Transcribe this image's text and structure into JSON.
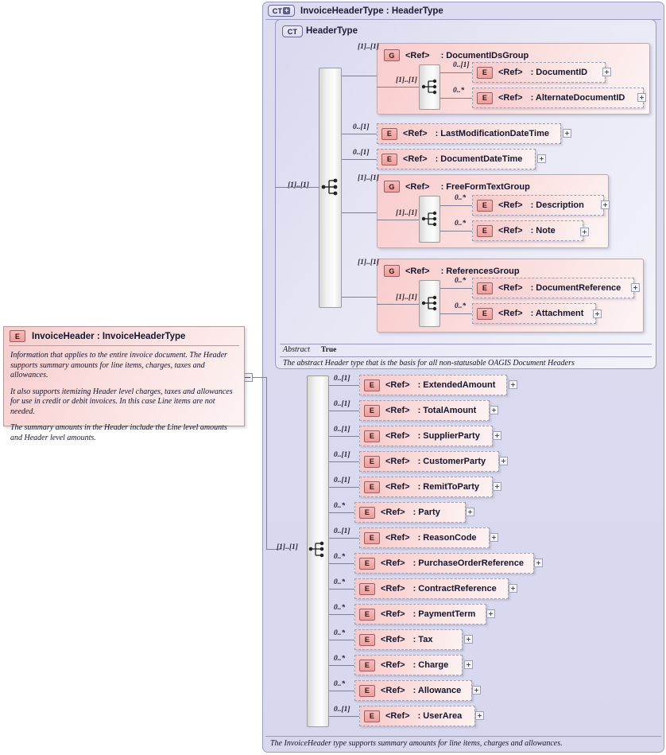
{
  "diagram": {
    "root": {
      "badge": "CT",
      "expander": "+",
      "title": "InvoiceHeaderType : HeaderType"
    },
    "inner": {
      "badge": "CT",
      "title": "HeaderType"
    },
    "abstract": {
      "key": "Abstract",
      "value": "True"
    },
    "inner_doc": "The abstract Header type that is the basis for all non-statusable OAGIS Document Headers",
    "footer_doc": "The InvoiceHeader type supports summary amounts for line items, charges and allowances.",
    "ref_label": "<Ref>"
  },
  "annotation": {
    "badge": "E",
    "title": "InvoiceHeader : InvoiceHeaderType",
    "paragraphs": [
      "Information that applies to the entire invoice document. The Header supports summary amounts for line items, charges, taxes and allowances.",
      "It also supports itemizing Header level charges, taxes and allowances for use in credit or debit invoices. In this case Line items are not needed.",
      "The summary amounts in the Header include the Line level amounts and Header level amounts."
    ]
  },
  "header_sequence": {
    "cardinality": "[1]..[1]",
    "children": [
      {
        "kind": "group",
        "badge": "G",
        "name": ": DocumentIDsGroup",
        "cardinality": "[1]..[1]",
        "inner_cardinality": "[1]..[1]",
        "items": [
          {
            "badge": "E",
            "name": ": DocumentID",
            "cardinality": "0..[1]"
          },
          {
            "badge": "E",
            "name": ": AlternateDocumentID",
            "cardinality": "0..*"
          }
        ]
      },
      {
        "kind": "element",
        "badge": "E",
        "name": ": LastModificationDateTime",
        "cardinality": "0..[1]"
      },
      {
        "kind": "element",
        "badge": "E",
        "name": ": DocumentDateTime",
        "cardinality": "0..[1]"
      },
      {
        "kind": "group",
        "badge": "G",
        "name": ": FreeFormTextGroup",
        "cardinality": "[1]..[1]",
        "inner_cardinality": "[1]..[1]",
        "items": [
          {
            "badge": "E",
            "name": ": Description",
            "cardinality": "0..*"
          },
          {
            "badge": "E",
            "name": ": Note",
            "cardinality": "0..*"
          }
        ]
      },
      {
        "kind": "group",
        "badge": "G",
        "name": ": ReferencesGroup",
        "cardinality": "[1]..[1]",
        "inner_cardinality": "[1]..[1]",
        "items": [
          {
            "badge": "E",
            "name": ": DocumentReference",
            "cardinality": "0..*"
          },
          {
            "badge": "E",
            "name": ": Attachment",
            "cardinality": "0..*"
          }
        ]
      }
    ]
  },
  "body_sequence": {
    "cardinality": "[1]..[1]",
    "items": [
      {
        "badge": "E",
        "name": ": ExtendedAmount",
        "cardinality": "0..[1]"
      },
      {
        "badge": "E",
        "name": ": TotalAmount",
        "cardinality": "0..[1]"
      },
      {
        "badge": "E",
        "name": ": SupplierParty",
        "cardinality": "0..[1]"
      },
      {
        "badge": "E",
        "name": ": CustomerParty",
        "cardinality": "0..[1]"
      },
      {
        "badge": "E",
        "name": ": RemitToParty",
        "cardinality": "0..[1]"
      },
      {
        "badge": "E",
        "name": ": Party",
        "cardinality": "0..*"
      },
      {
        "badge": "E",
        "name": ": ReasonCode",
        "cardinality": "0..[1]"
      },
      {
        "badge": "E",
        "name": ": PurchaseOrderReference",
        "cardinality": "0..*"
      },
      {
        "badge": "E",
        "name": ": ContractReference",
        "cardinality": "0..*"
      },
      {
        "badge": "E",
        "name": ": PaymentTerm",
        "cardinality": "0..*"
      },
      {
        "badge": "E",
        "name": ": Tax",
        "cardinality": "0..*"
      },
      {
        "badge": "E",
        "name": ": Charge",
        "cardinality": "0..*"
      },
      {
        "badge": "E",
        "name": ": Allowance",
        "cardinality": "0..*"
      },
      {
        "badge": "E",
        "name": ": UserArea",
        "cardinality": "0..[1]"
      }
    ]
  }
}
